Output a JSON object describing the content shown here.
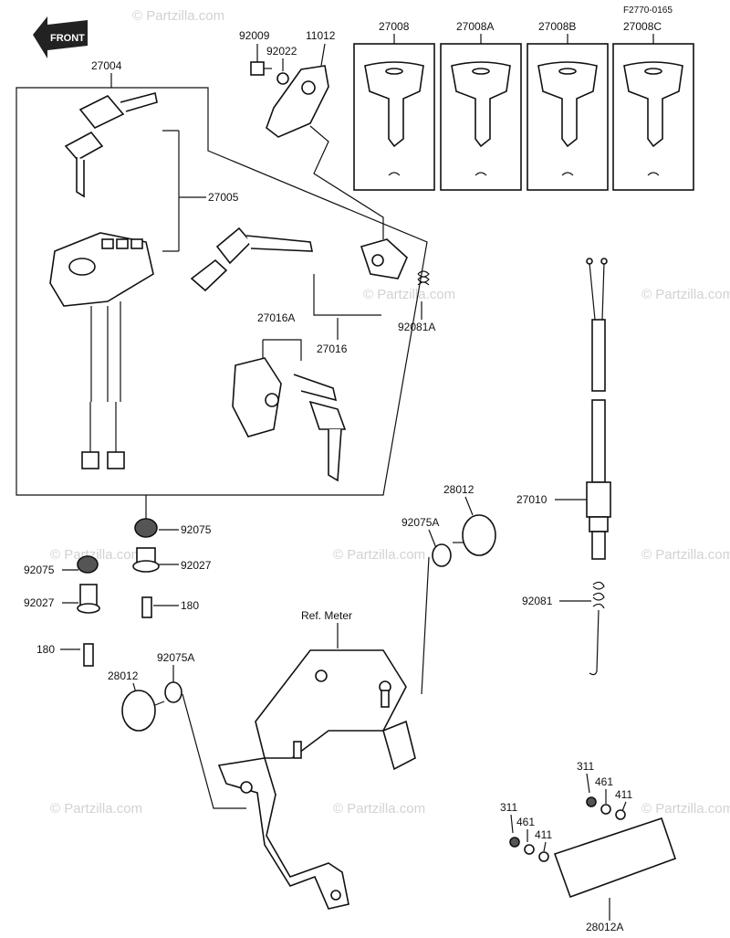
{
  "diagram_code": "F2770-0165",
  "front_label": "FRONT",
  "watermark": "© Partzilla.com",
  "ref_meter": "Ref. Meter",
  "labels": {
    "p27004": "27004",
    "p92009": "92009",
    "p92022": "92022",
    "p11012": "11012",
    "p27008": "27008",
    "p27008A": "27008A",
    "p27008B": "27008B",
    "p27008C": "27008C",
    "p27005": "27005",
    "p92081A": "92081A",
    "p27016A": "27016A",
    "p27016": "27016",
    "p28012_top": "28012",
    "p27010": "27010",
    "p92075A_top": "92075A",
    "p92075_a": "92075",
    "p92075_b": "92075",
    "p92027_a": "92027",
    "p92027_b": "92027",
    "p180_a": "180",
    "p180_b": "180",
    "p92075A_bot": "92075A",
    "p28012_bot": "28012",
    "p92081": "92081",
    "p311_a": "311",
    "p461_a": "461",
    "p411_a": "411",
    "p311_b": "311",
    "p461_b": "461",
    "p411_b": "411",
    "p28012A": "28012A"
  }
}
